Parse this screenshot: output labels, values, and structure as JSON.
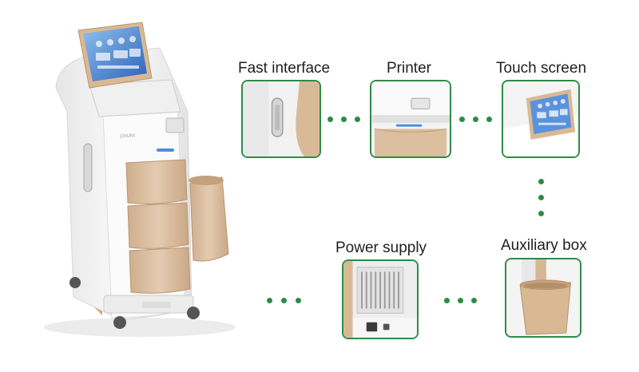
{
  "features": {
    "fast_interface": "Fast interface",
    "printer": "Printer",
    "touch_screen": "Touch screen",
    "power_supply": "Power supply",
    "auxiliary_box": "Auxiliary box"
  },
  "device": {
    "brand_mark": "CHUNI"
  },
  "colors": {
    "accent_green": "#2e8b47",
    "device_white": "#f4f4f4",
    "device_beige": "#dcc1a6",
    "screen_blue": "#3f7fd0"
  }
}
